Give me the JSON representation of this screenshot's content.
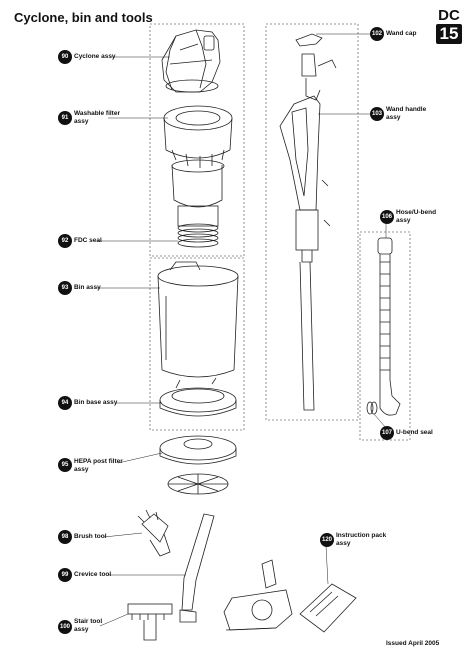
{
  "title": "Cyclone, bin and tools",
  "logo": {
    "top": "DC",
    "number": "15"
  },
  "footer": {
    "issued": "Issued April 2005"
  },
  "parts": [
    {
      "num": "90",
      "label": "Cyclone assy"
    },
    {
      "num": "91",
      "label": "Washable filter\nassy"
    },
    {
      "num": "92",
      "label": "FDC seal"
    },
    {
      "num": "93",
      "label": "Bin assy"
    },
    {
      "num": "94",
      "label": "Bin base assy"
    },
    {
      "num": "95",
      "label": "HEPA post filter\nassy"
    },
    {
      "num": "98",
      "label": "Brush tool"
    },
    {
      "num": "99",
      "label": "Crevice tool"
    },
    {
      "num": "100",
      "label": "Stair tool\nassy"
    },
    {
      "num": "102",
      "label": "Wand cap"
    },
    {
      "num": "103",
      "label": "Wand handle\nassy"
    },
    {
      "num": "106",
      "label": "Hose/U-bend\nassy"
    },
    {
      "num": "107",
      "label": "U-bend seal"
    },
    {
      "num": "120",
      "label": "Instruction pack\nassy"
    }
  ]
}
